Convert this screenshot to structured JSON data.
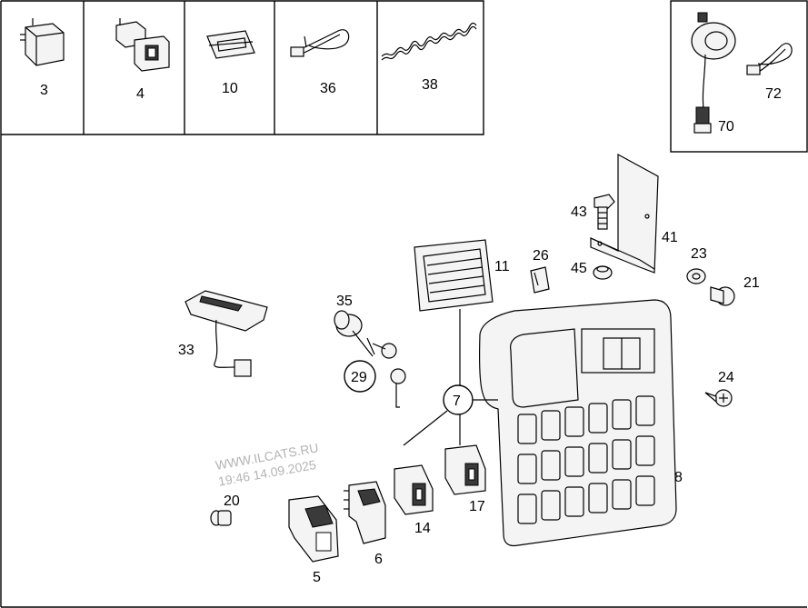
{
  "parts": {
    "p3": "3",
    "p4": "4",
    "p10": "10",
    "p36": "36",
    "p38": "38",
    "p70": "70",
    "p72": "72",
    "p43": "43",
    "p41": "41",
    "p45": "45",
    "p26": "26",
    "p11": "11",
    "p23": "23",
    "p21": "21",
    "p35": "35",
    "p33": "33",
    "p29": "29",
    "p7": "7",
    "p24": "24",
    "p8": "8",
    "p17": "17",
    "p14": "14",
    "p20": "20",
    "p6": "6",
    "p5": "5"
  },
  "watermark": {
    "line1": "WWW.ILCATS.RU",
    "line2": "19:46 14.09.2025"
  }
}
